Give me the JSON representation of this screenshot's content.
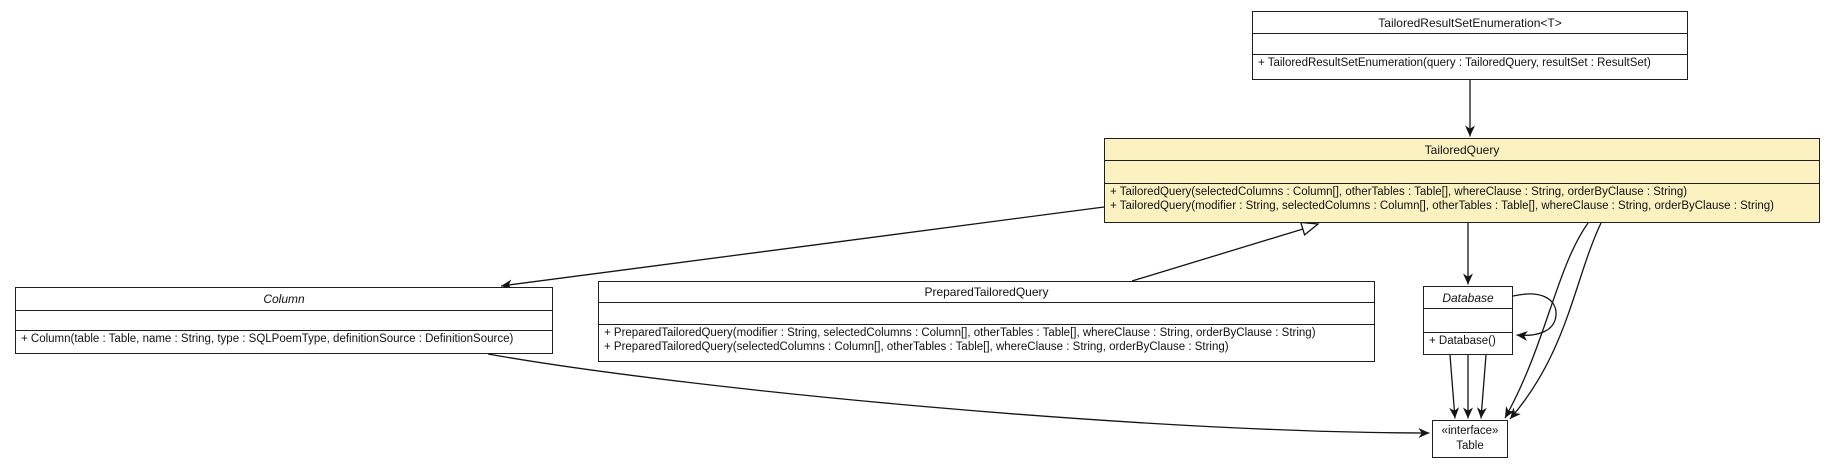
{
  "diagram": {
    "type": "uml-class-diagram",
    "colors": {
      "highlight_fill": "#fcf2c1",
      "box_fill": "#ffffff",
      "border": "#1f1f1f",
      "edge": "#141414"
    },
    "classes": {
      "enumeration": {
        "title": "TailoredResultSetEnumeration<T>",
        "methods": [
          "+ TailoredResultSetEnumeration(query : TailoredQuery, resultSet : ResultSet)"
        ]
      },
      "tailored_query": {
        "title": "TailoredQuery",
        "highlighted": "true",
        "methods": [
          "+ TailoredQuery(selectedColumns : Column[], otherTables : Table[], whereClause : String, orderByClause : String)",
          "+ TailoredQuery(modifier : String, selectedColumns : Column[], otherTables : Table[], whereClause : String, orderByClause : String)"
        ]
      },
      "column": {
        "title": "Column",
        "abstract": "true",
        "methods": [
          "+ Column(table : Table, name : String, type : SQLPoemType, definitionSource : DefinitionSource)"
        ]
      },
      "prepared_tailored_query": {
        "title": "PreparedTailoredQuery",
        "methods": [
          "+ PreparedTailoredQuery(modifier : String, selectedColumns : Column[], otherTables : Table[], whereClause : String, orderByClause : String)",
          "+ PreparedTailoredQuery(selectedColumns : Column[], otherTables : Table[], whereClause : String, orderByClause : String)"
        ]
      },
      "database": {
        "title": "Database",
        "abstract": "true",
        "methods": [
          "+ Database()"
        ]
      },
      "table": {
        "stereotype": "«interface»",
        "title": "Table"
      }
    },
    "edges": [
      {
        "from": "TailoredResultSetEnumeration",
        "to": "TailoredQuery",
        "type": "arrow"
      },
      {
        "from": "PreparedTailoredQuery",
        "to": "TailoredQuery",
        "type": "generalization"
      },
      {
        "from": "TailoredQuery",
        "to": "Column",
        "type": "arrow"
      },
      {
        "from": "TailoredQuery",
        "to": "Database",
        "type": "arrow"
      },
      {
        "from": "Database",
        "to": "Database",
        "type": "self-arrow"
      },
      {
        "from": "Database",
        "to": "Table",
        "type": "arrow"
      },
      {
        "from": "Database",
        "to": "Table",
        "type": "arrow"
      },
      {
        "from": "Database",
        "to": "Table",
        "type": "arrow"
      },
      {
        "from": "TailoredQuery",
        "to": "Table",
        "type": "arrow"
      },
      {
        "from": "TailoredQuery",
        "to": "Table",
        "type": "arrow"
      },
      {
        "from": "Column",
        "to": "Table",
        "type": "arrow"
      }
    ]
  }
}
